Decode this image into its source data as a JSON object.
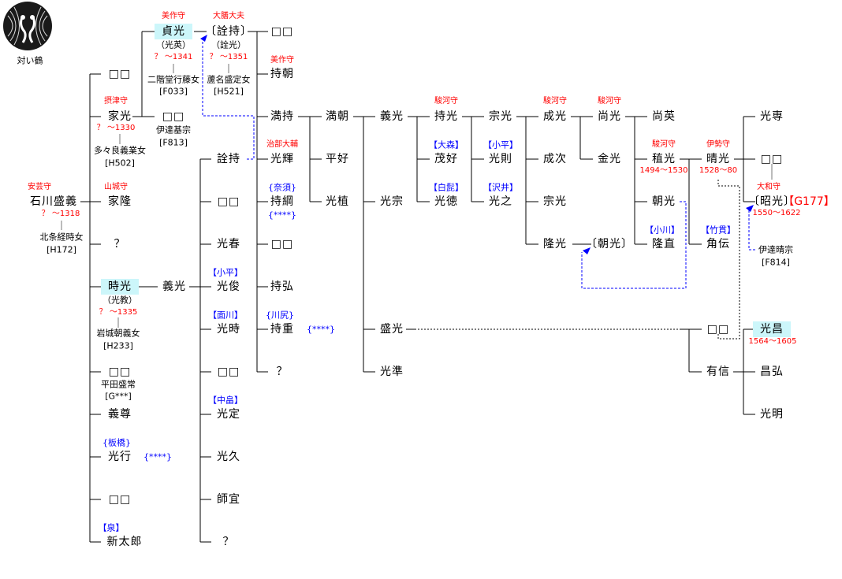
{
  "logo": {
    "name": "tsui-zuru-crest",
    "caption_index": 0
  },
  "colors": {
    "title_text": "#ff0000",
    "branch_text": "#0000ff",
    "highlight": "#ccf6fa",
    "adoption_link": "#0000ff"
  },
  "entries": [
    {
      "text": "対い鶴"
    },
    {
      "text": "美作守"
    },
    {
      "text": "貞光"
    },
    {
      "text": "（光英）"
    },
    {
      "text": "？ ～1341"
    },
    {
      "text": "二階堂行藤女"
    },
    {
      "text": "[F033]"
    },
    {
      "text": "大膳大夫"
    },
    {
      "text": "〔詮持〕"
    },
    {
      "text": "（詮光）"
    },
    {
      "text": "？ ～1351"
    },
    {
      "text": "蘆名盛定女"
    },
    {
      "text": "[H521]"
    },
    {
      "text": "□□"
    },
    {
      "text": "□□"
    },
    {
      "text": "美作守"
    },
    {
      "text": "持朝"
    },
    {
      "text": "摂津守"
    },
    {
      "text": "家光"
    },
    {
      "text": "？ ～1330"
    },
    {
      "text": "多々良義業女"
    },
    {
      "text": "[H502]"
    },
    {
      "text": "□□"
    },
    {
      "text": "伊達基宗"
    },
    {
      "text": "[F813]"
    },
    {
      "text": "満持"
    },
    {
      "text": "満朝"
    },
    {
      "text": "義光"
    },
    {
      "text": "駿河守"
    },
    {
      "text": "持光"
    },
    {
      "text": "宗光"
    },
    {
      "text": "駿河守"
    },
    {
      "text": "成光"
    },
    {
      "text": "駿河守"
    },
    {
      "text": "尚光"
    },
    {
      "text": "尚英"
    },
    {
      "text": "光専"
    },
    {
      "text": "詮持"
    },
    {
      "text": "治部大輔"
    },
    {
      "text": "光輝"
    },
    {
      "text": "平好"
    },
    {
      "text": "【大森】"
    },
    {
      "text": "茂好"
    },
    {
      "text": "【小平】"
    },
    {
      "text": "光則"
    },
    {
      "text": "成次"
    },
    {
      "text": "金光"
    },
    {
      "text": "駿河守"
    },
    {
      "text": "稙光"
    },
    {
      "text": "1494～1530"
    },
    {
      "text": "伊勢守"
    },
    {
      "text": "晴光"
    },
    {
      "text": "1528～80"
    },
    {
      "text": "□□"
    },
    {
      "text": "大和守"
    },
    {
      "text": "安芸守"
    },
    {
      "text": "石川盛義"
    },
    {
      "text": "？ ～1318"
    },
    {
      "text": "北条経時女"
    },
    {
      "text": "[H172]"
    },
    {
      "text": "山城守"
    },
    {
      "text": "家隆"
    },
    {
      "text": "□□"
    },
    {
      "text": "{奈須}"
    },
    {
      "text": "持綱"
    },
    {
      "text": "{****}"
    },
    {
      "text": "光植"
    },
    {
      "text": "光宗"
    },
    {
      "text": "【白髭】"
    },
    {
      "text": "光徳"
    },
    {
      "text": "【沢井】"
    },
    {
      "text": "光之"
    },
    {
      "text": "宗光"
    },
    {
      "text": "朝光"
    },
    {
      "text": "〔昭光〕"
    },
    {
      "text": "【G177】"
    },
    {
      "text": "1550～1622"
    },
    {
      "text": "？"
    },
    {
      "text": "光春"
    },
    {
      "text": "□□"
    },
    {
      "text": "隆光"
    },
    {
      "text": "〔朝光〕"
    },
    {
      "text": "【小川】"
    },
    {
      "text": "隆直"
    },
    {
      "text": "【竹貫】"
    },
    {
      "text": "角伝"
    },
    {
      "text": "伊達晴宗"
    },
    {
      "text": "[F814]"
    },
    {
      "text": "時光"
    },
    {
      "text": "（光教）"
    },
    {
      "text": "？ ～1335"
    },
    {
      "text": "岩城朝義女"
    },
    {
      "text": "[H233]"
    },
    {
      "text": "義光"
    },
    {
      "text": "【小平】"
    },
    {
      "text": "光俊"
    },
    {
      "text": "持弘"
    },
    {
      "text": "【面川】"
    },
    {
      "text": "光時"
    },
    {
      "text": "{川尻}"
    },
    {
      "text": "持重"
    },
    {
      "text": "{****}"
    },
    {
      "text": "盛光"
    },
    {
      "text": "□□"
    },
    {
      "text": "光昌"
    },
    {
      "text": "1564～1605"
    },
    {
      "text": "□□"
    },
    {
      "text": "平田盛常"
    },
    {
      "text": "[G***]"
    },
    {
      "text": "□□"
    },
    {
      "text": "？"
    },
    {
      "text": "光準"
    },
    {
      "text": "有信"
    },
    {
      "text": "昌弘"
    },
    {
      "text": "義尊"
    },
    {
      "text": "【中畠】"
    },
    {
      "text": "光定"
    },
    {
      "text": "光明"
    },
    {
      "text": "{板橋}"
    },
    {
      "text": "光行"
    },
    {
      "text": "{****}"
    },
    {
      "text": "光久"
    },
    {
      "text": "□□"
    },
    {
      "text": "師宜"
    },
    {
      "text": "【泉】"
    },
    {
      "text": "新太郎"
    },
    {
      "text": "？"
    }
  ]
}
